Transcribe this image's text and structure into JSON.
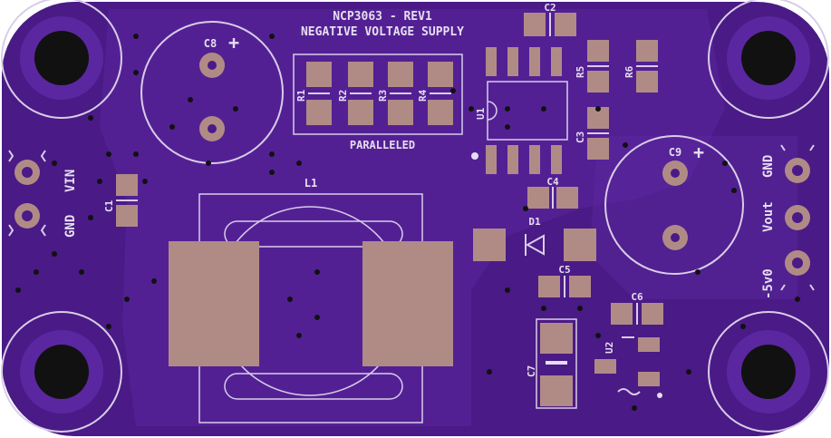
{
  "board": {
    "title_line1": "NCP3063 - REV1",
    "title_line2": "NEGATIVE VOLTAGE SUPPLY",
    "paralleled": "PARALLELED",
    "colors": {
      "board": "#4a1a86",
      "pour": "#5b27a0",
      "silk": "#d8cde8",
      "pad": "#b08b86",
      "hole": "#111111",
      "edge": "#ffffff"
    }
  },
  "refs": {
    "c1": "C1",
    "c2": "C2",
    "c3": "C3",
    "c4": "C4",
    "c5": "C5",
    "c6": "C6",
    "c7": "C7",
    "c8": "C8",
    "c9": "C9",
    "r1": "R1",
    "r2": "R2",
    "r3": "R3",
    "r4": "R4",
    "r5": "R5",
    "r6": "R6",
    "u1": "U1",
    "u2": "U2",
    "l1": "L1",
    "d1": "D1"
  },
  "headers": {
    "left_gnd": "GND",
    "left_vin": "VIN",
    "right_gnd": "GND",
    "right_vout": "Vout",
    "right_neg5": "-5v0"
  },
  "polarity": {
    "c8_plus": "+",
    "c9_plus": "+"
  },
  "icons": [
    "mounting-hole-icon",
    "diode-symbol-icon",
    "pin-header-icon",
    "via-icon"
  ]
}
